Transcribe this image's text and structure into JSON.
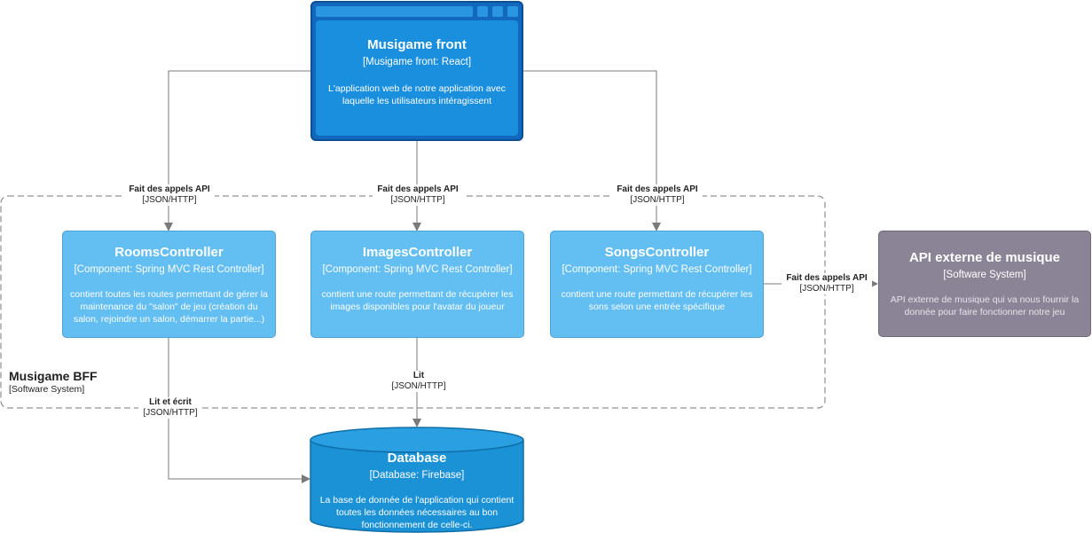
{
  "front": {
    "title": "Musigame front",
    "subtitle": "[Musigame front: React]",
    "description": "L'application web de notre application avec laquelle les utilisateurs intéragissent"
  },
  "boundary": {
    "title": "Musigame BFF",
    "subtitle": "[Software System]"
  },
  "rooms": {
    "title": "RoomsController",
    "subtitle": "[Component: Spring MVC Rest Controller]",
    "description": "contient toutes les routes permettant de gérer la maintenance du \"salon\" de jeu (création du salon, rejoindre un salon, démarrer la partie...)"
  },
  "images": {
    "title": "ImagesController",
    "subtitle": "[Component: Spring MVC Rest Controller]",
    "description": "contient une route permettant de récupérer les images disponibles pour l'avatar du joueur"
  },
  "songs": {
    "title": "SongsController",
    "subtitle": "[Component: Spring MVC Rest Controller]",
    "description": "contient une route permettant de récupérer les sons selon une entrée spécifique"
  },
  "external": {
    "title": "API externe de musique",
    "subtitle": "[Software System]",
    "description": "API externe de musique qui va nous fournir la donnée pour faire fonctionner notre jeu"
  },
  "database": {
    "title": "Database",
    "subtitle": "[Database: Firebase]",
    "description": "La base de donnée de l'application qui contient toutes les données nécessaires au bon fonctionnement de celle-ci."
  },
  "relations": {
    "front_rooms": {
      "label": "Fait des appels API",
      "tech": "[JSON/HTTP]"
    },
    "front_images": {
      "label": "Fait des appels API",
      "tech": "[JSON/HTTP]"
    },
    "front_songs": {
      "label": "Fait des appels API",
      "tech": "[JSON/HTTP]"
    },
    "songs_external": {
      "label": "Fait des appels API",
      "tech": "[JSON/HTTP]"
    },
    "images_db": {
      "label": "Lit",
      "tech": "[JSON/HTTP]"
    },
    "rooms_db": {
      "label": "Lit et écrit",
      "tech": "[JSON/HTTP]"
    }
  },
  "colors": {
    "front": "#1168bd",
    "component": "#63bef2",
    "database": "#1b91d6",
    "external": "#8b8496",
    "edge": "#707070"
  }
}
